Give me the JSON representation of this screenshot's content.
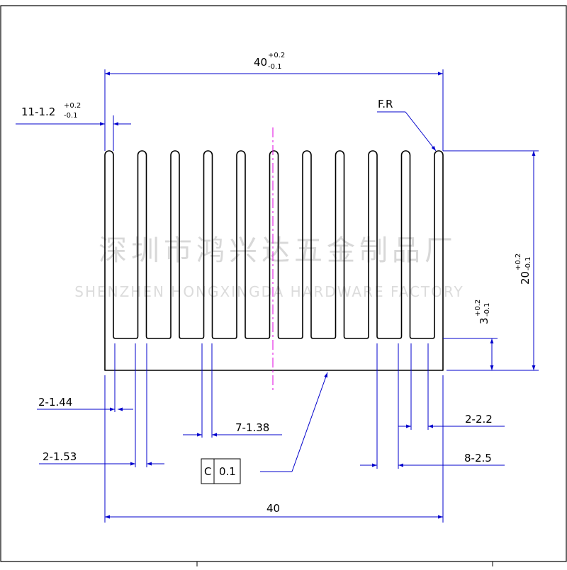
{
  "drawing": {
    "watermark_cn": "深圳市鸿兴达五金制品厂",
    "watermark_en": "SHENZHEN HONGXINGDA HARDWARE FACTORY",
    "fin_count": 11,
    "colors": {
      "outline": "#000000",
      "dimension": "#0000cc",
      "centerline": "#e000e0",
      "frame": "#000000"
    },
    "dims": {
      "top_width": {
        "main": "40",
        "tol_upper": "+0.2",
        "tol_lower": "-0.1"
      },
      "fin_thickness": {
        "main": "11-1.2",
        "tol_upper": "+0.2",
        "tol_lower": "-0.1"
      },
      "fin_radius": "F.R",
      "total_height": {
        "main": "20",
        "tol_upper": "+0.2",
        "tol_lower": "-0.1"
      },
      "base_thickness": {
        "main": "3",
        "tol_upper": "+0.2",
        "tol_lower": "-0.1"
      },
      "gap_a": "2-1.44",
      "gap_b": "2-1.53",
      "gap_c": "7-1.38",
      "gap_d": "2-2.2",
      "gap_e": "8-2.5",
      "flatness_symbol": "C",
      "flatness_value": "0.1",
      "bottom_width": "40"
    }
  }
}
